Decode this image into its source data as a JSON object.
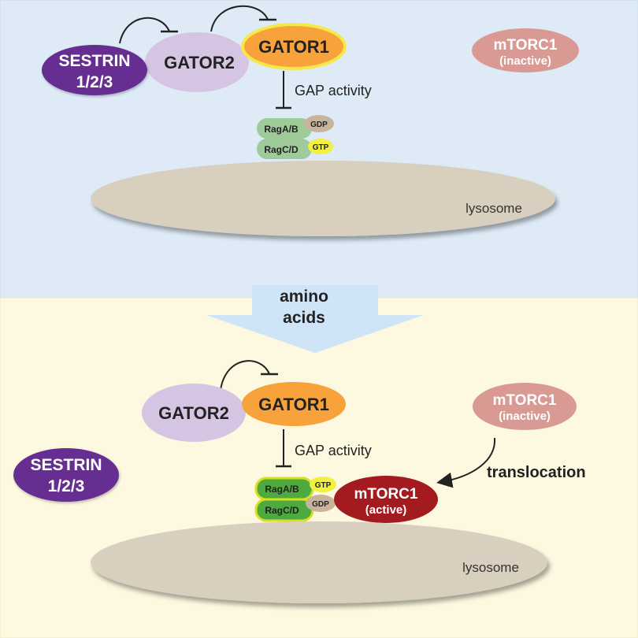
{
  "top_panel": {
    "sestrin": {
      "line1": "SESTRIN",
      "line2": "1/2/3"
    },
    "gator2": "GATOR2",
    "gator1": "GATOR1",
    "mtorc1": {
      "name": "mTORC1",
      "state": "(inactive)"
    },
    "gap_label": "GAP activity",
    "rag_ab": {
      "label": "RagA/B",
      "nucleotide": "GDP"
    },
    "rag_cd": {
      "label": "RagC/D",
      "nucleotide": "GTP"
    },
    "lysosome": "lysosome"
  },
  "stimulus": {
    "line1": "amino",
    "line2": "acids"
  },
  "bottom_panel": {
    "sestrin": {
      "line1": "SESTRIN",
      "line2": "1/2/3"
    },
    "gator2": "GATOR2",
    "gator1": "GATOR1",
    "mtorc1_inactive": {
      "name": "mTORC1",
      "state": "(inactive)"
    },
    "gap_label": "GAP activity",
    "rag_ab": {
      "label": "RagA/B",
      "nucleotide": "GTP"
    },
    "rag_cd": {
      "label": "RagC/D",
      "nucleotide": "GDP"
    },
    "mtorc1_active": {
      "name": "mTORC1",
      "state": "(active)"
    },
    "translocation": "translocation",
    "lysosome": "lysosome"
  },
  "colors": {
    "top_background": "#deebf7",
    "bottom_background": "#fdf8e0",
    "sestrin": "#662d91",
    "gator2": "#d5c4e2",
    "gator1": "#f7a23a",
    "gator1_outline_active": "#f5e84a",
    "mtorc1_inactive": "#d99a94",
    "mtorc1_active": "#a31a1f",
    "rag_inactive": "#9fcb9a",
    "rag_active": "#4caa3e",
    "rag_active_outline": "#d9e021",
    "gtp": "#f2f040",
    "gdp": "#c8b49a",
    "lysosome": "#d8cfbf",
    "arrow": "#cfe4f7"
  }
}
